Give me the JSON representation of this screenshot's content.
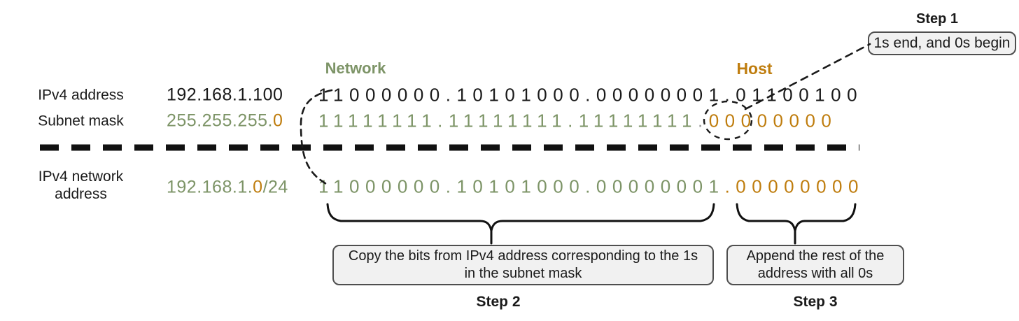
{
  "colors": {
    "network_green": "#7d9467",
    "host_orange": "#bf7d0e",
    "ink": "#1a1a1a",
    "box_bg": "#f1f1f1",
    "box_border": "#4f4f4f",
    "mask_dot_gray": "#9b9b9b"
  },
  "headers": {
    "network": "Network",
    "host": "Host"
  },
  "rows": {
    "ipv4_address": {
      "label": "IPv4 address",
      "value": "192.168.1.100",
      "binary": "11000000.10101000.00000001.01100100"
    },
    "subnet_mask": {
      "label": "Subnet mask",
      "value_green": "255.255.255.",
      "value_orange": "0",
      "binary_ones": "11111111.11111111.11111111",
      "binary_dot": ".",
      "binary_zeros": "00000000"
    },
    "ipv4_network": {
      "label_line1": "IPv4 network",
      "label_line2": "address",
      "value_green": "192.168.1.",
      "value_orange": "0",
      "value_suffix": "/24",
      "binary_network": "11000000.10101000.00000001",
      "binary_dot": ".",
      "binary_host": "00000000"
    }
  },
  "steps": {
    "step1": {
      "title": "Step 1",
      "note": "1s end, and 0s begin"
    },
    "step2": {
      "title": "Step 2",
      "note_line1": "Copy the bits from IPv4 address corresponding to the 1s",
      "note_line2": "in the subnet mask"
    },
    "step3": {
      "title": "Step 3",
      "note_line1": "Append the rest of the",
      "note_line2": "address with all 0s"
    }
  }
}
